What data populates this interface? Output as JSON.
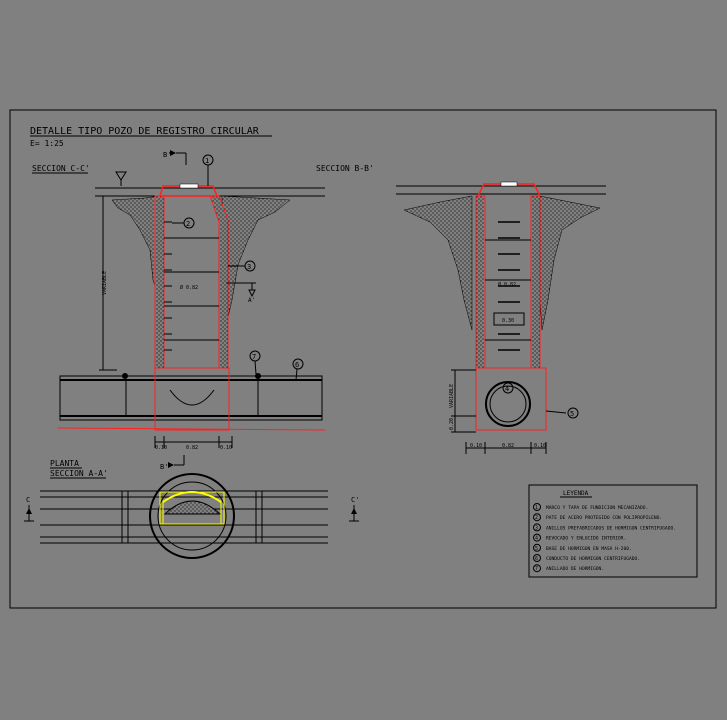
{
  "title": "DETALLE TIPO POZO DE REGISTRO   CIRCULAR",
  "scale": "E= 1:25",
  "section_cc": "SECCION C-C'",
  "section_bb": "SECCION B-B'",
  "plan_title": "PLANTA",
  "plan_section": "SECCION A-A'",
  "variable_label": "VARIABLE",
  "diameter_label": "Ø 0.82",
  "step_width_label": "0.30",
  "base_height_label": "0.20",
  "dims": {
    "side": "0.10",
    "center": "0.82"
  },
  "markers": {
    "b_prime": "B'",
    "b": "B'",
    "a_prime": "A'",
    "c": "C",
    "c_prime": "C'"
  },
  "callouts": [
    "1",
    "2",
    "3",
    "4",
    "5",
    "6",
    "7"
  ],
  "legend": {
    "title": "LEYENDA",
    "items": [
      {
        "num": "1",
        "text": "MARCO Y TAPA DE FUNDICION MECANIZADO."
      },
      {
        "num": "2",
        "text": "PATE DE ACERO PROTEGIDO CON POLIPROPILENO."
      },
      {
        "num": "3",
        "text": "ANILLOS PREFABRICADOS DE HORMIGON CENTRIFUGADO."
      },
      {
        "num": "4",
        "text": "REVOCADO Y ENLUCIDO INTERIOR."
      },
      {
        "num": "5",
        "text": "BASE DE HORMIGON EN MASA H-200."
      },
      {
        "num": "6",
        "text": "CONDUCTO DE HORMIGON CENTRIFUGADO."
      },
      {
        "num": "7",
        "text": "ANILLADO DE HORMIGON."
      }
    ]
  },
  "colors": {
    "background": "#808080",
    "line": "#000000",
    "red": "#ff2020",
    "yellow": "#ffff00"
  }
}
